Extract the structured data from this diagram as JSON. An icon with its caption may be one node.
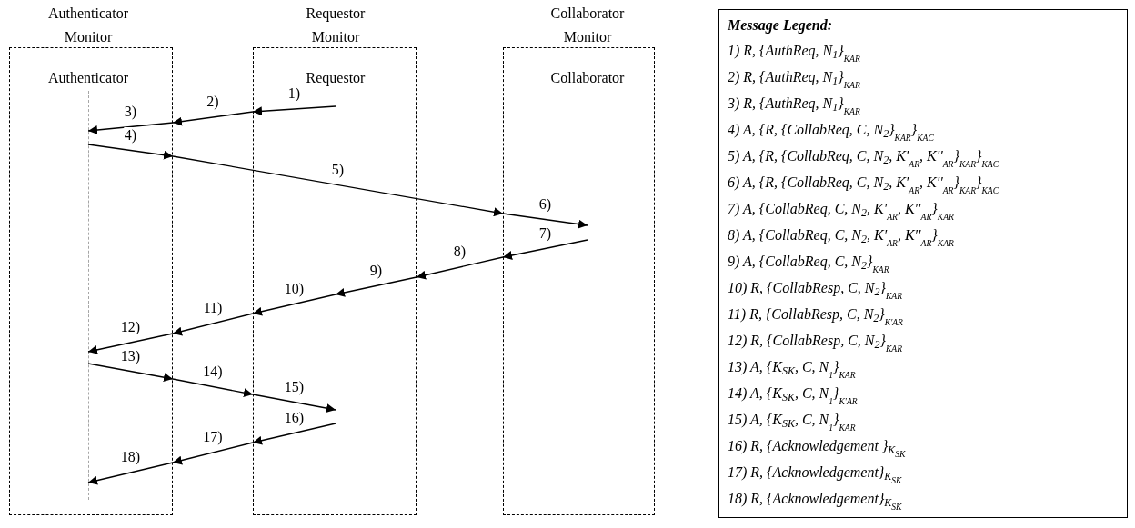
{
  "diagram": {
    "nodes": [
      {
        "text": [
          "Authenticator Monitor"
        ]
      },
      {
        "text": [
          "Authenticator"
        ],
        "in": 0
      },
      {
        "text": [
          "Requestor Monitor"
        ]
      },
      {
        "text": [
          "Requestor"
        ],
        "in": 2
      },
      {
        "text": [
          "Collaborator Monitor"
        ]
      },
      {
        "text": [
          "Collaborator"
        ],
        "in": 4
      },
      {
        "text": [
          "Message Legend:",
          "1) R, {AuthReq, N$_{1}$}$_{K}$$_{AR}$",
          "2) R, {AuthReq, N$_{1}$}$_{K}$$_{AR}$",
          "3) R, {AuthReq, N$_{1}$}$_{K}$$_{AR}$",
          "4) A, {R, {CollabReq, C, N$_{2}$}$_{K}$$_{AR}$}$_{K}$$_{AC}$",
          "5) A, {R, {CollabReq, C, N$_{2}$, K′$_{AR}$, K′′$_{AR}$}$_{K}$$_{AR}$}$_{K}$$_{AC}$",
          "6) A, {R, {CollabReq, C, N$_{2}$, K′$_{AR}$, K′′$_{AR}$}$_{K}$$_{AR}$}$_{K}$$_{AC}$",
          "7) A, {CollabReq, C, N$_{2}$, K′$_{AR}$, K′′$_{AR}$}$_{K}$$_{AR}$",
          "8) A, {CollabReq, C, N$_{2}$, K′$_{AR}$, K′′$_{AR}$}$_{K}$$_{AR}$",
          "9) A, {CollabReq, C, N$_{2}$}$_{K}$$_{AR}$",
          "10) R, {CollabResp, C, N$_{2}$}$_{K}$$_{AR}$",
          "11) R, {CollabResp, C, N$_{2}$}$_{K′}$$_{AR}$",
          "12) R, {CollabResp, C, N$_{2}$}$_{K}$$_{AR}$",
          "13) A, {K$_{SK}$, C, N$_{1}$}$_{K}$$_{AR}$",
          "14) A, {K$_{SK}$, C, N$_{1}$}$_{K′}$$_{AR}$",
          "15) A, {K$_{SK}$, C, N$_{1}$}$_{K}$$_{AR}$",
          "16) R, {Acknowledgement }$_{K}$$_{SK}$",
          "17) R, {Acknowledgement}$_{K}$$_{SK}$",
          "18) R, {Acknowledgement}$_{K}$$_{SK}$"
        ]
      }
    ],
    "edges": [
      {
        "from": 3,
        "to": 2,
        "arrow": "to",
        "label": "1)"
      },
      {
        "from": 2,
        "to": 0,
        "arrow": "to",
        "label": "2)"
      },
      {
        "from": 0,
        "to": 1,
        "arrow": "to",
        "label": "3)"
      },
      {
        "from": 1,
        "to": 0,
        "arrow": "to",
        "label": "4)"
      },
      {
        "from": 0,
        "to": 4,
        "arrow": "to",
        "label": "5)"
      },
      {
        "from": 4,
        "to": 5,
        "arrow": "to",
        "label": "6)"
      },
      {
        "from": 5,
        "to": 4,
        "arrow": "to",
        "label": "7)"
      },
      {
        "from": 4,
        "to": 2,
        "arrow": "to",
        "label": "8)"
      },
      {
        "from": 2,
        "to": 3,
        "arrow": "to",
        "label": "9)"
      },
      {
        "from": 3,
        "to": 2,
        "arrow": "to",
        "label": "10)"
      },
      {
        "from": 2,
        "to": 0,
        "arrow": "to",
        "label": "11)"
      },
      {
        "from": 0,
        "to": 1,
        "arrow": "to",
        "label": "12)"
      },
      {
        "from": 1,
        "to": 0,
        "arrow": "to",
        "label": "13)"
      },
      {
        "from": 0,
        "to": 2,
        "arrow": "to",
        "label": "14)"
      },
      {
        "from": 2,
        "to": 3,
        "arrow": "to",
        "label": "15)"
      },
      {
        "from": 3,
        "to": 2,
        "arrow": "to",
        "label": "16)"
      },
      {
        "from": 2,
        "to": 0,
        "arrow": "to",
        "label": "17)"
      },
      {
        "from": 0,
        "to": 1,
        "arrow": "to",
        "label": "18)"
      }
    ]
  }
}
